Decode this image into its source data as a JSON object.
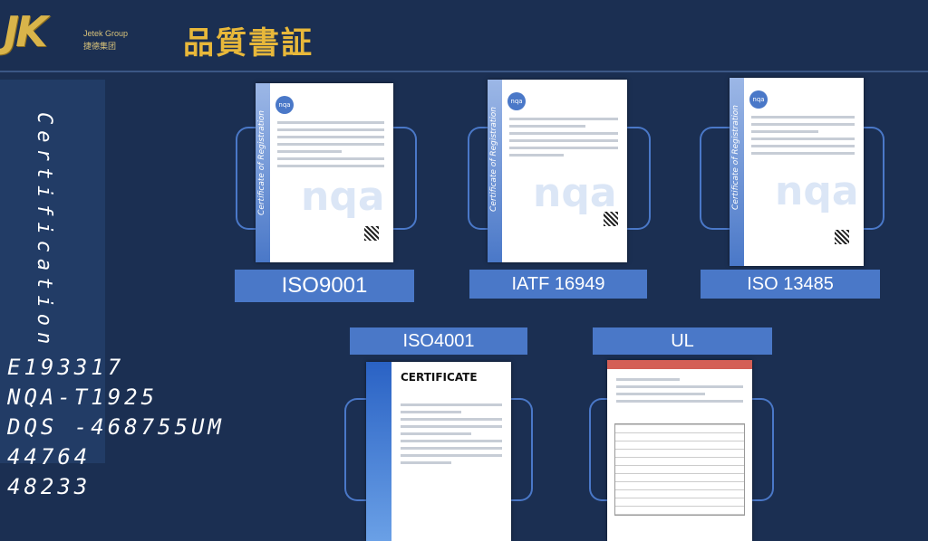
{
  "header": {
    "logo_mark": "JK",
    "logo_sub1": "Jetek Group",
    "logo_sub2": "捷德集团",
    "title": "品質書証"
  },
  "sidebar": {
    "vertical_label": "Certification",
    "codes": [
      "E193317",
      "NQA-T1925",
      "DQS -468755UM",
      "44764",
      "48233"
    ]
  },
  "certificates": [
    {
      "label": "ISO9001",
      "band_text": "Certificate of Registration",
      "watermark": "nqa"
    },
    {
      "label": "IATF 16949",
      "band_text": "Certificate of Registration",
      "watermark": "nqa"
    },
    {
      "label": "ISO  13485",
      "band_text": "Certificate of Registration",
      "watermark": "nqa"
    },
    {
      "label": "ISO4001",
      "heading": "CERTIFICATE"
    },
    {
      "label": "UL"
    }
  ],
  "colors": {
    "background": "#1b2f52",
    "accent": "#4a78c8",
    "title_gold": "#e8b83a"
  }
}
